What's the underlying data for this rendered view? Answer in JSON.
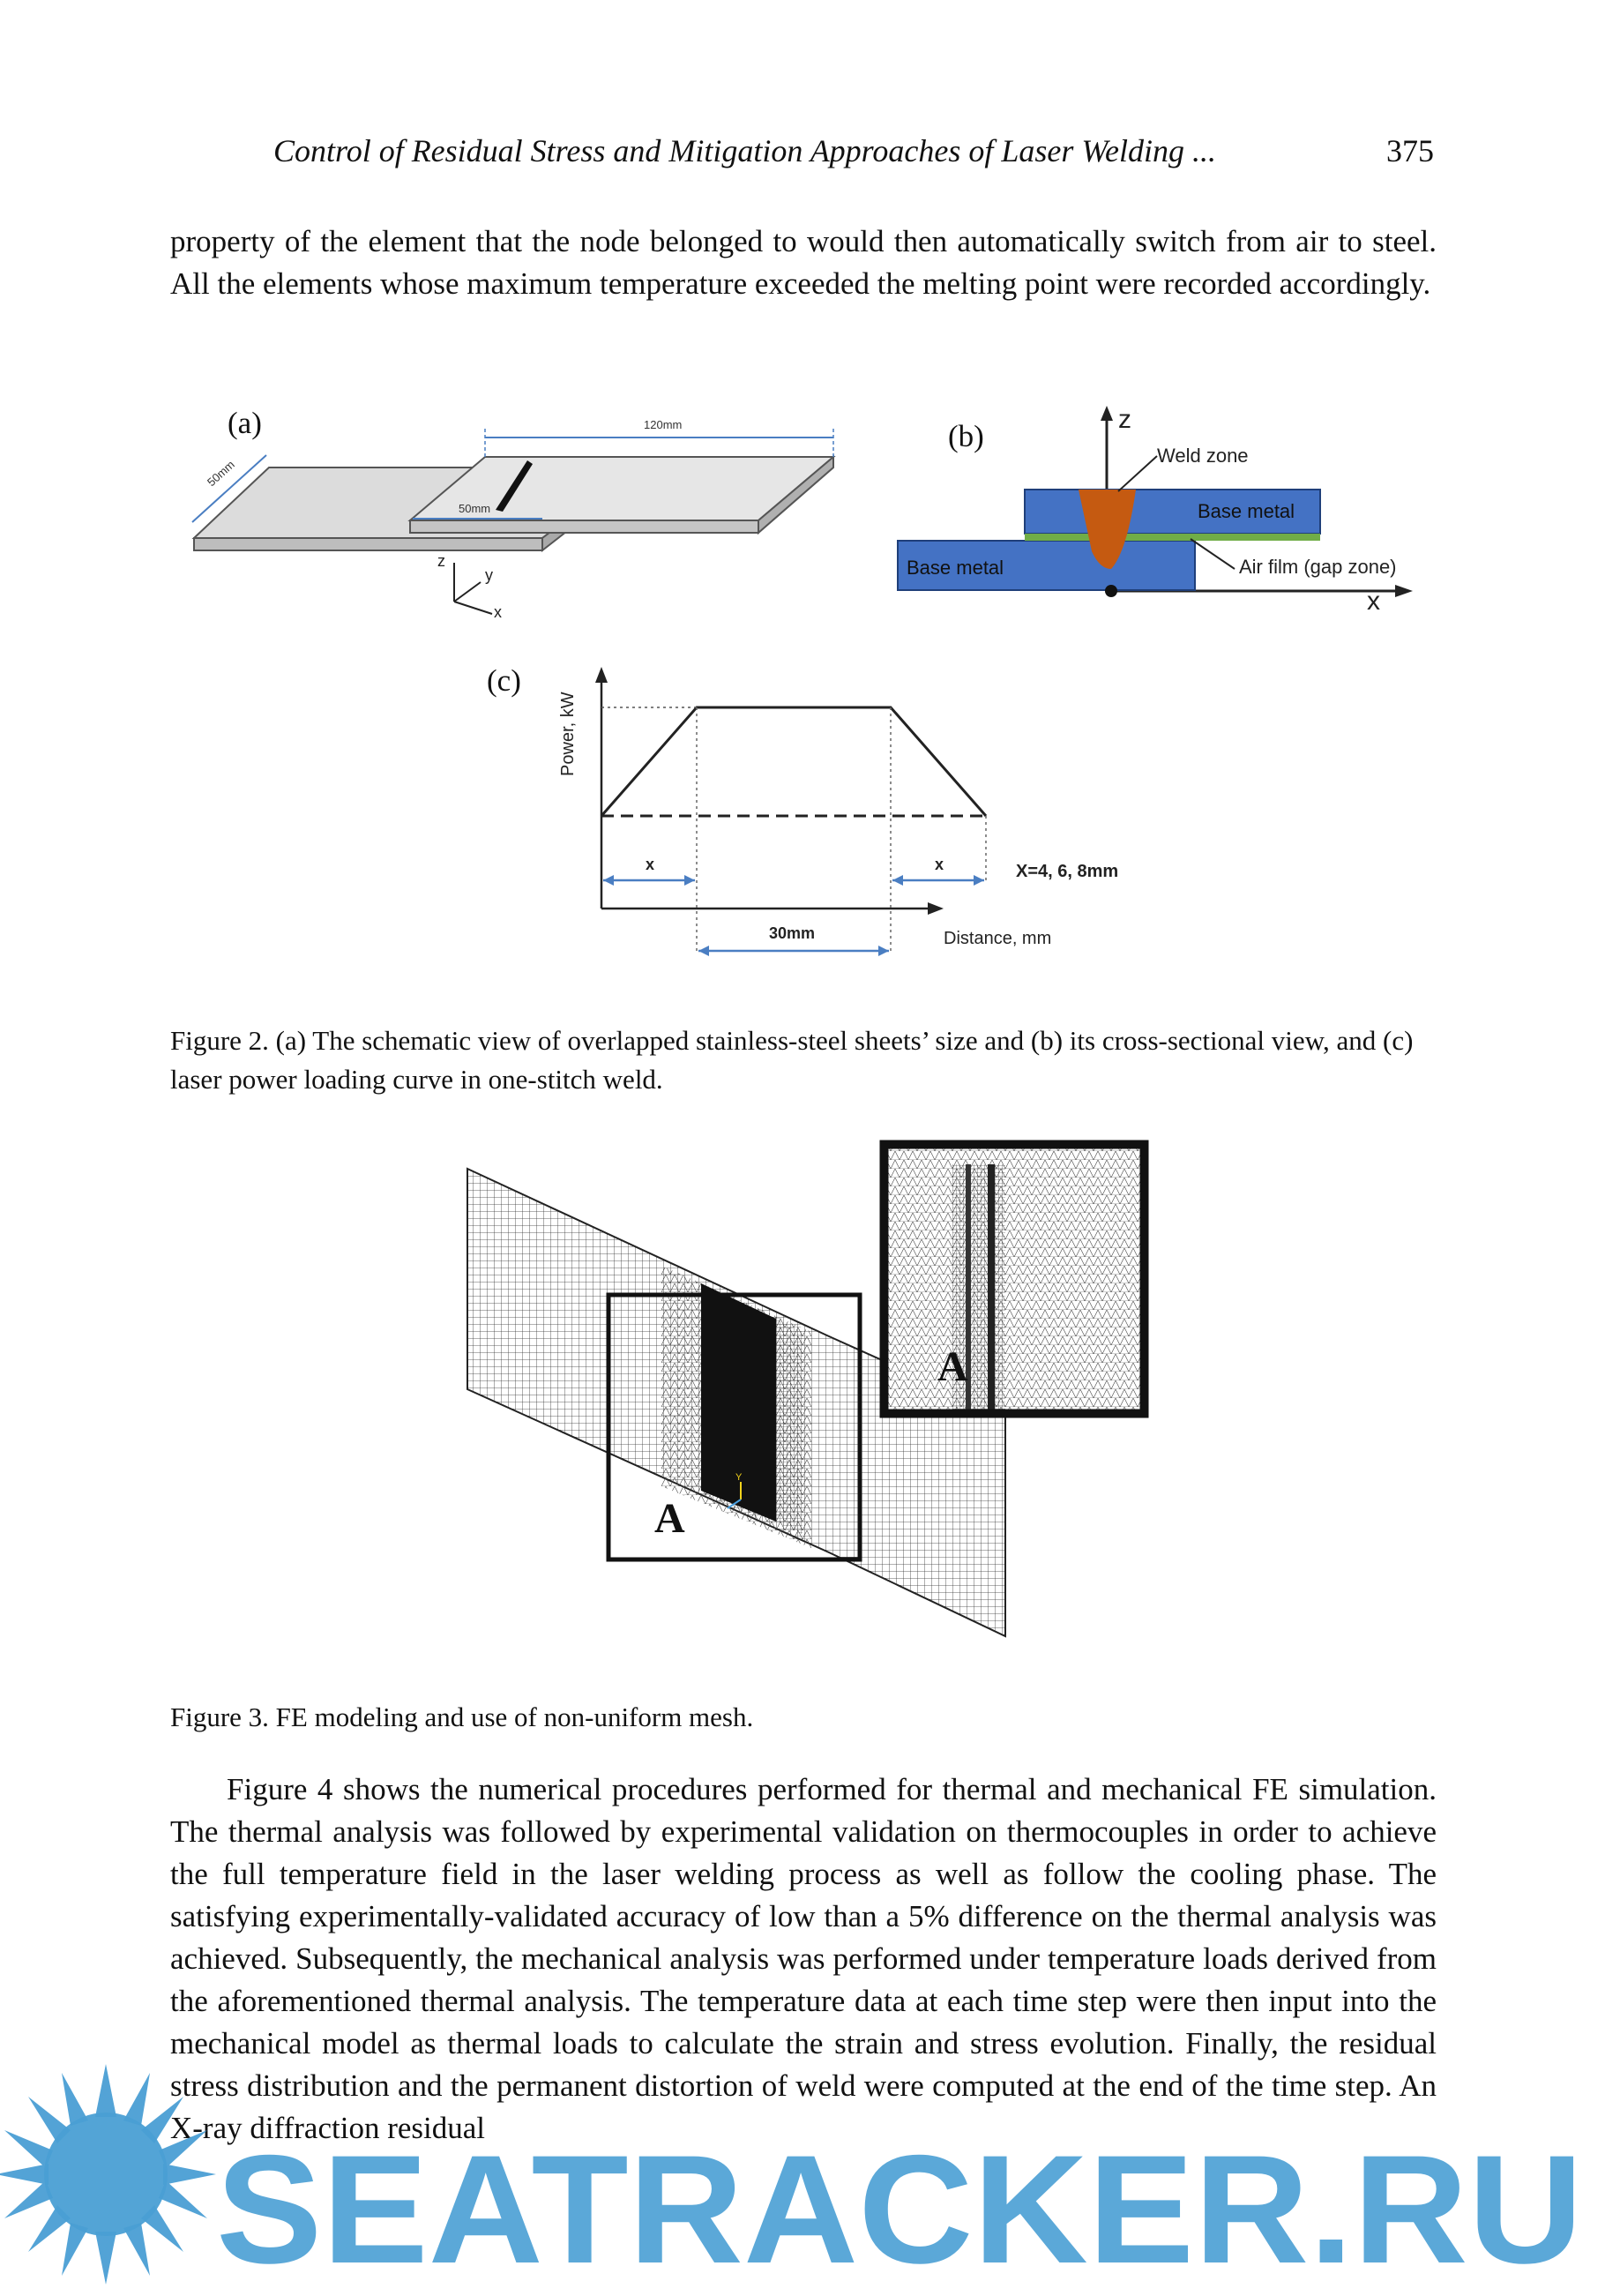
{
  "header": {
    "title": "Control of Residual Stress and Mitigation Approaches of Laser Welding ...",
    "page_number": "375"
  },
  "paragraph1": "property of the element that the node belonged to would then automatically switch from air to steel. All the elements whose maximum temperature exceeded the melting point were recorded accordingly.",
  "figure2": {
    "panel_a": {
      "label": "(a)",
      "dim_length": "120mm",
      "dim_width": "50mm",
      "dim_overlap": "50mm",
      "axis_z": "z",
      "axis_y": "y",
      "axis_x": "x"
    },
    "panel_b": {
      "label": "(b)",
      "axis_z": "z",
      "axis_x": "x",
      "weld_zone": "Weld zone",
      "base_metal_top": "Base metal",
      "base_metal_bottom": "Base metal",
      "air_film": "Air film (gap zone)",
      "colors": {
        "metal": "#4472c4",
        "weld": "#c55a11",
        "film": "#70ad47"
      }
    },
    "panel_c": {
      "label": "(c)",
      "ylabel": "Power, kW",
      "xlabel": "Distance, mm",
      "ramp_label_left": "x",
      "ramp_label_right": "x",
      "ramp_values": "X=4, 6, 8mm",
      "plateau_label": "30mm"
    },
    "caption": "Figure 2. (a) The schematic view of overlapped stainless-steel sheets’ size and (b) its cross-sectional view, and (c) laser power loading curve in one-stitch weld."
  },
  "figure3": {
    "label_main": "A",
    "label_inset": "A",
    "caption": "Figure 3. FE modeling and use of non-uniform mesh."
  },
  "paragraph2": "Figure 4 shows the numerical procedures performed for thermal and mechanical FE simulation. The thermal analysis was followed by experimental validation on thermocouples in order to achieve the full temperature field in the laser welding process as well as follow the cooling phase. The satisfying experimentally-validated accuracy of low than a 5% difference on the thermal analysis was achieved. Subsequently, the mechanical analysis was performed under temperature loads derived from the aforementioned thermal analysis. The temperature data at each time step were then input into the mechanical model as thermal loads to calculate the strain and stress evolution. Finally, the residual stress distribution and the permanent distortion of weld were computed at the end of the time step. An X-ray diffraction residual",
  "watermark": {
    "text": "SEATRACKER.RU",
    "color": "#4a9fd4"
  }
}
